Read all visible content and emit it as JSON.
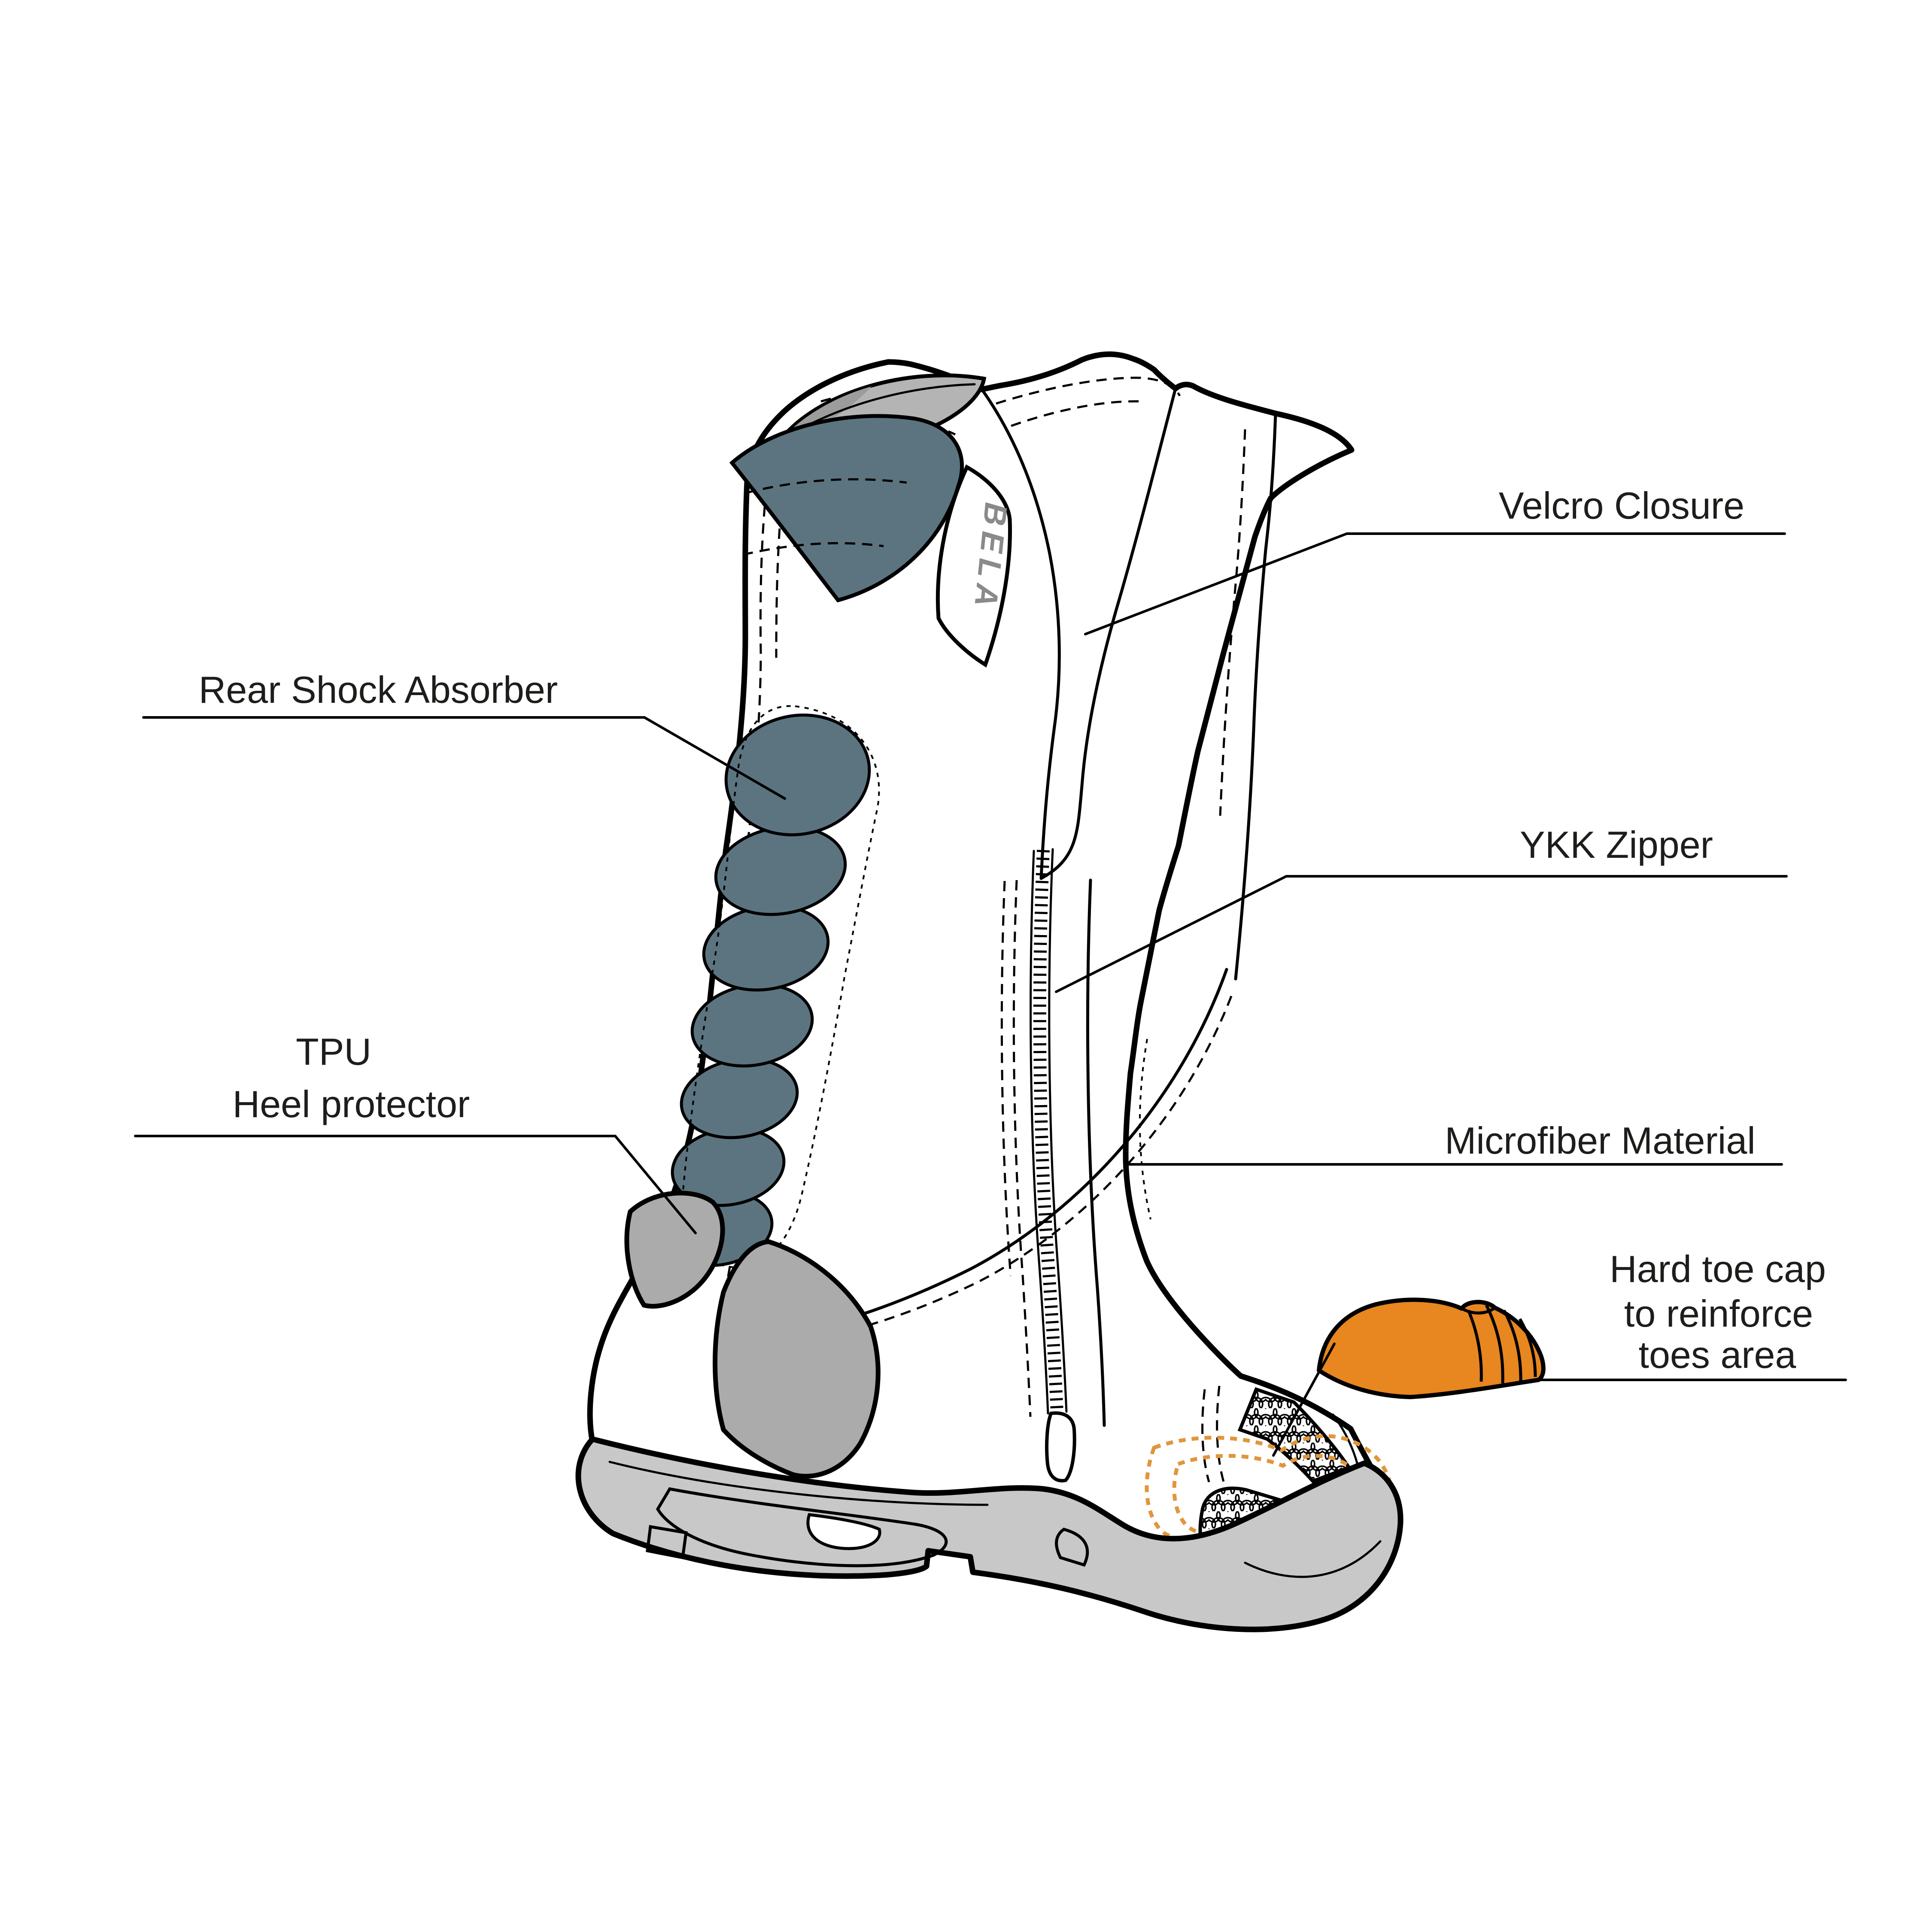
{
  "labels": {
    "velcro_closure": "Velcro Closure",
    "rear_shock_absorber": "Rear Shock Absorber",
    "ykk_zipper": "YKK Zipper",
    "tpu_line1": "TPU",
    "tpu_line2": "Heel protector",
    "microfiber": "Microfiber Material",
    "toe_line1": "Hard toe cap",
    "toe_line2": "to reinforce",
    "toe_line3": "toes area"
  },
  "brand_logo": "BELA",
  "colors": {
    "slate_pad": "#5b7480",
    "liner_gray": "#b4b4b4",
    "liner_shadow": "#9c9c9c",
    "heel_gray": "#ababab",
    "sole_gray": "#c8c8c8",
    "toe_cap_orange": "#e8861f",
    "toe_outline_orange": "#e0963c",
    "logo_gray": "#8a8a8a",
    "text_black": "#1d1d1b",
    "line_black": "#000000",
    "background": "#ffffff"
  }
}
